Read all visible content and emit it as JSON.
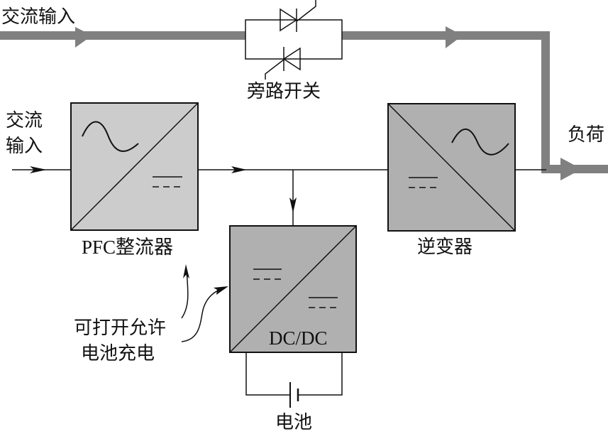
{
  "diagram": {
    "title": "UPS block diagram",
    "colors": {
      "bypass_path": "#808080",
      "rectifier_fill": "#cccccc",
      "converter_fill": "#b0b0b0",
      "line": "#111111"
    },
    "labels": {
      "ac_input_top": "交流输入",
      "ac_input_left_line1": "交流",
      "ac_input_left_line2": "输入",
      "bypass_switch": "旁路开关",
      "load": "负荷",
      "rectifier": "PFC整流器",
      "inverter": "逆变器",
      "dcdc": "DC/DC",
      "battery": "电池",
      "annotation_line1": "可打开允许",
      "annotation_line2": "电池充电"
    },
    "blocks": [
      {
        "id": "rectifier",
        "name": "PFC整流器",
        "conversion": "AC→DC"
      },
      {
        "id": "inverter",
        "name": "逆变器",
        "conversion": "DC→AC"
      },
      {
        "id": "dcdc",
        "name": "DC/DC",
        "conversion": "DC→DC"
      }
    ],
    "connections": [
      {
        "from": "ac_input_top",
        "to": "bypass_switch",
        "style": "thick"
      },
      {
        "from": "bypass_switch",
        "to": "load",
        "style": "thick"
      },
      {
        "from": "ac_input_left",
        "to": "rectifier",
        "style": "thin"
      },
      {
        "from": "rectifier",
        "to": "inverter",
        "style": "thin"
      },
      {
        "from": "dc_bus",
        "to": "dcdc",
        "style": "thin"
      },
      {
        "from": "inverter",
        "to": "load",
        "style": "thin"
      },
      {
        "from": "dcdc",
        "to": "battery",
        "style": "thin"
      }
    ]
  }
}
